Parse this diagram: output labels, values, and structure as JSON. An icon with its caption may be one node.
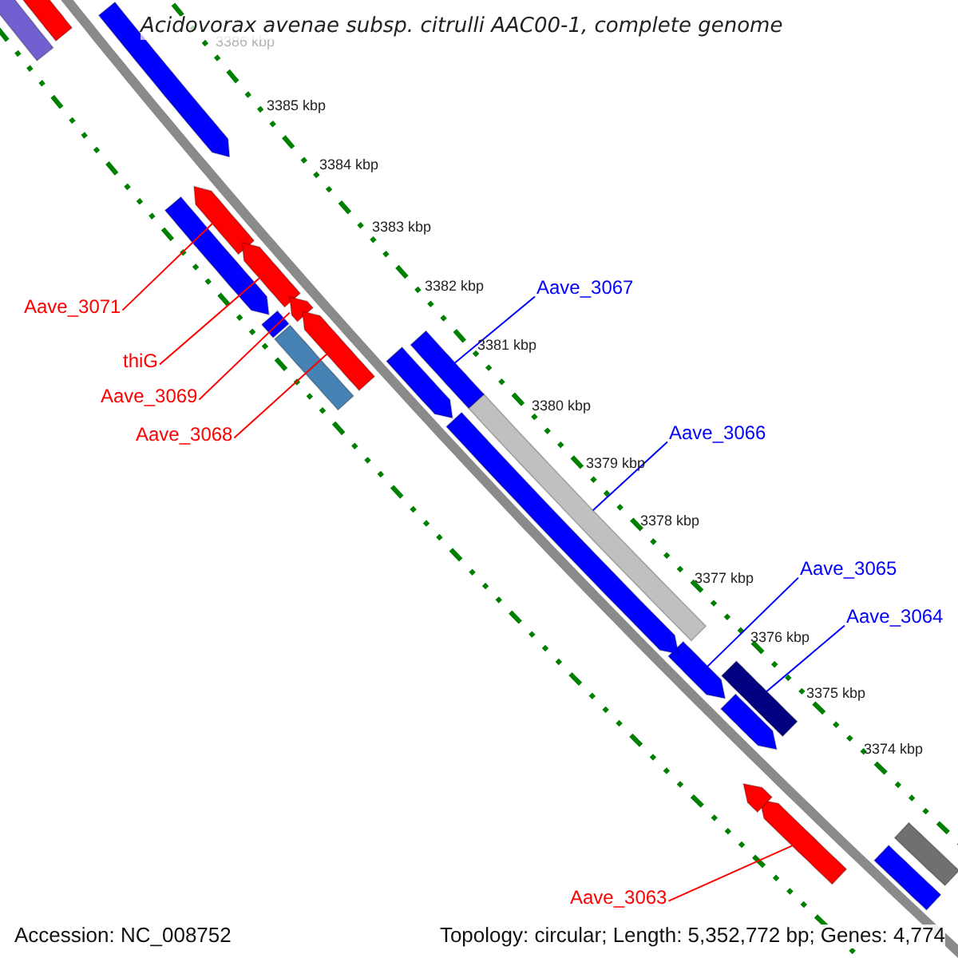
{
  "diagram": {
    "title": "Acidovorax avenae subsp. citrulli AAC00-1, complete genome",
    "nodes": [
      {
        "text": [
          "Aave_3067"
        ]
      },
      {
        "text": [
          "Aave_3071"
        ]
      },
      {
        "text": [
          "thiG"
        ]
      },
      {
        "text": [
          "Aave_3069"
        ]
      },
      {
        "text": [
          "Aave_3066"
        ]
      },
      {
        "text": [
          "Aave_3068"
        ]
      },
      {
        "text": [
          "Aave_3065"
        ]
      },
      {
        "text": [
          "Aave_3064"
        ]
      },
      {
        "text": [
          "Aave_3063"
        ]
      },
      {
        "text": [],
        "shape": "bar"
      },
      {
        "text": [],
        "shape": "bar"
      },
      {
        "text": [],
        "shape": "bar"
      },
      {
        "text": [],
        "shape": "bar"
      },
      {
        "text": [],
        "shape": "bar"
      },
      {
        "text": [],
        "shape": "bar"
      },
      {
        "text": [],
        "shape": "bar"
      },
      {
        "text": [],
        "shape": "bar"
      },
      {
        "text": [],
        "shape": "bar"
      },
      {
        "text": [],
        "shape": "bar"
      },
      {
        "text": [],
        "shape": "bar"
      },
      {
        "text": [],
        "shape": "bar"
      },
      {
        "text": [],
        "shape": "bar"
      },
      {
        "text": [],
        "shape": "bar"
      },
      {
        "text": [],
        "shape": "bar"
      },
      {
        "text": [],
        "shape": "bar"
      },
      {
        "text": [],
        "shape": "bar"
      },
      {
        "text": [],
        "shape": "bar"
      },
      {
        "text": [],
        "shape": "bar"
      },
      {
        "text": [],
        "shape": "bar"
      },
      {
        "text": [],
        "shape": "bar"
      }
    ],
    "edges": [
      {
        "from": 0,
        "to": 9,
        "arrow": "none",
        "color": "#0000ff"
      },
      {
        "from": 1,
        "to": 10,
        "arrow": "none"
      },
      {
        "from": 2,
        "to": 11,
        "arrow": "none"
      },
      {
        "from": 3,
        "to": 12,
        "arrow": "none"
      },
      {
        "from": 4,
        "to": 13,
        "arrow": "none",
        "color": "#0000ff"
      },
      {
        "from": 5,
        "to": 14,
        "arrow": "none"
      },
      {
        "from": 6,
        "to": 15,
        "arrow": "none",
        "color": "#0000ff"
      },
      {
        "from": 7,
        "to": 16,
        "arrow": "none",
        "color": "#0000ff"
      },
      {
        "from": 8,
        "to": 17,
        "arrow": "none"
      }
    ],
    "labels": [
      "3386 kbp",
      "3385 kbp",
      "3384 kbp",
      "3383 kbp",
      "3382 kbp",
      "3381 kbp",
      "3380 kbp",
      "3379 kbp",
      "3378 kbp",
      "3377 kbp",
      "3376 kbp",
      "3375 kbp",
      "3374 kbp",
      "Accession: NC_008752",
      "Topology: circular; Length: 5,352,772 bp; Genes: 4,774"
    ]
  }
}
